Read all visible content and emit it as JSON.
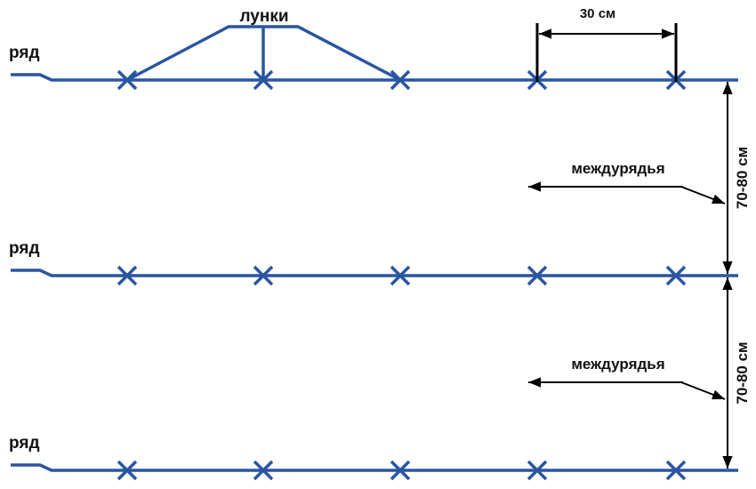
{
  "colors": {
    "row": "#2a55a0",
    "dimension": "#000000"
  },
  "rows": [
    {
      "label": "ряд"
    },
    {
      "label": "ряд"
    },
    {
      "label": "ряд"
    }
  ],
  "holes_per_row": 5,
  "holes_label": "лунки",
  "hole_spacing_label": "30 см",
  "row_gaps": [
    {
      "label": "междурядья",
      "distance_label": "70-80 см"
    },
    {
      "label": "междурядья",
      "distance_label": "70-80 см"
    }
  ]
}
